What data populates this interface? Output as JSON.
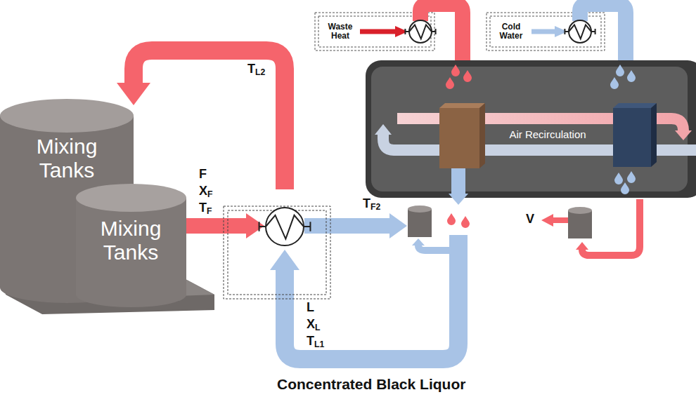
{
  "diagram": {
    "nodes": [
      {
        "text": [
          "Mixing Tanks"
        ]
      },
      {
        "text": [
          "Mixing Tanks"
        ]
      },
      {
        "text": [
          "Waste Heat"
        ]
      },
      {
        "text": [
          "Cold Water"
        ]
      },
      {
        "text": [
          "Air Recirculation"
        ]
      }
    ],
    "labels": [
      "F",
      "XF",
      "TF",
      "TL2",
      "TF2",
      "L",
      "XL",
      "TL1",
      "V",
      "Concentrated Black Liquor"
    ]
  }
}
